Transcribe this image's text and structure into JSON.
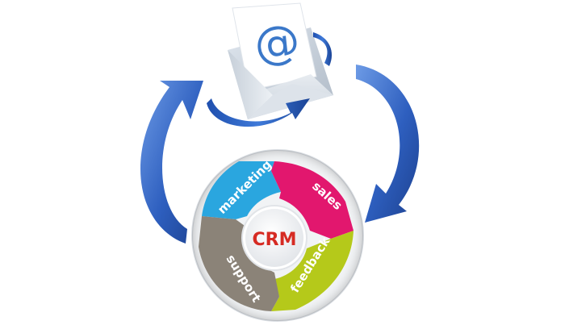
{
  "diagram": {
    "center_label": "CRM",
    "segments": [
      {
        "label": "marketing",
        "color": "#2aa6df"
      },
      {
        "label": "sales",
        "color": "#e2176e"
      },
      {
        "label": "feedback",
        "color": "#b5c91a"
      },
      {
        "label": "support",
        "color": "#8b8378"
      }
    ],
    "arrow_color": "#3a6cc6",
    "center_text_color": "#d62b23",
    "icons": {
      "email": "envelope-at-icon",
      "cycle_arrows": "curved-arrow-icon"
    }
  }
}
